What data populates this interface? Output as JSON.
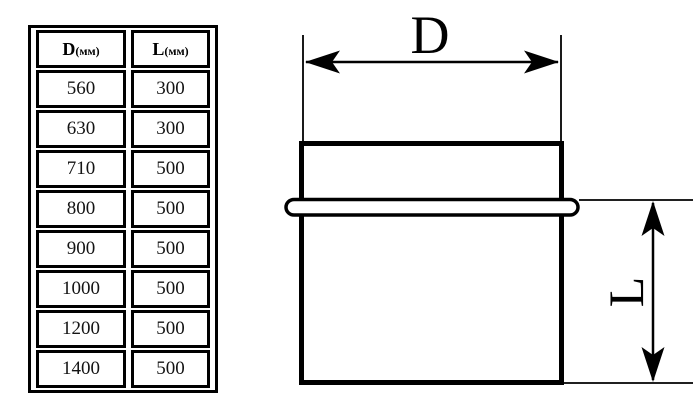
{
  "page": {
    "background": "#ffffff",
    "ink": "#000000"
  },
  "table": {
    "columns": [
      {
        "label": "D",
        "unit": "(мм)"
      },
      {
        "label": "L",
        "unit": "(мм)"
      }
    ],
    "rows": [
      [
        "560",
        "300"
      ],
      [
        "630",
        "300"
      ],
      [
        "710",
        "500"
      ],
      [
        "800",
        "500"
      ],
      [
        "900",
        "500"
      ],
      [
        "1000",
        "500"
      ],
      [
        "1200",
        "500"
      ],
      [
        "1400",
        "500"
      ]
    ]
  },
  "drawing": {
    "d_label": "D",
    "l_label": "L"
  }
}
